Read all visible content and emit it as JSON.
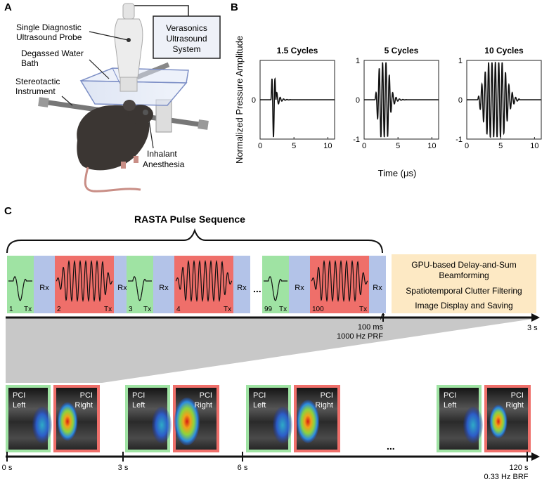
{
  "panel_a": {
    "label": "A",
    "probe_label_line1": "Single Diagnostic",
    "probe_label_line2": "Ultrasound Probe",
    "bath_label_line1": "Degassed Water",
    "bath_label_line2": "Bath",
    "stereo_label_line1": "Stereotactic",
    "stereo_label_line2": "Instrument",
    "system_line1": "Verasonics",
    "system_line2": "Ultrasound",
    "system_line3": "System",
    "anesthesia_line1": "Inhalant",
    "anesthesia_line2": "Anesthesia"
  },
  "panel_b": {
    "label": "B",
    "ylabel": "Normalized Pressure Amplitude",
    "xlabel": "Time (μs)"
  },
  "chart_data": [
    {
      "type": "line",
      "title": "1.5 Cycles",
      "xlim": [
        0,
        11
      ],
      "ylim": [
        -1,
        1
      ],
      "xticks": [
        "0",
        "5",
        "10"
      ],
      "yticks": [
        "-1",
        "0",
        "1"
      ],
      "burst": {
        "start": 1.6,
        "cycles": 1.5,
        "period": 0.5,
        "ringdown": 2.2
      }
    },
    {
      "type": "line",
      "title": "5 Cycles",
      "xlim": [
        0,
        11
      ],
      "ylim": [
        -1,
        1
      ],
      "xticks": [
        "0",
        "5",
        "10"
      ],
      "yticks": [
        "-1",
        "0",
        "1"
      ],
      "burst": {
        "start": 1.6,
        "cycles": 5,
        "period": 0.5,
        "ringdown": 2.2
      }
    },
    {
      "type": "line",
      "title": "10 Cycles",
      "xlim": [
        0,
        11
      ],
      "ylim": [
        -1,
        1
      ],
      "xticks": [
        "0",
        "5",
        "10"
      ],
      "yticks": [
        "-1",
        "0",
        "1"
      ],
      "burst": {
        "start": 1.6,
        "cycles": 10,
        "period": 0.5,
        "ringdown": 1.2
      }
    }
  ],
  "panel_c": {
    "label": "C",
    "sequence_title": "RASTA Pulse Sequence",
    "rx_label": "Rx",
    "tx_label": "Tx",
    "pulse_numbers": [
      "1",
      "2",
      "3",
      "4",
      "99",
      "100"
    ],
    "ellipsis": "...",
    "processing": {
      "step1_line1": "GPU-based Delay-and-Sum",
      "step1_line2": "Beamforming",
      "step2": "Spatiotemporal Clutter Filtering",
      "step3": "Image Display and Saving"
    },
    "top_axis": {
      "mark_100ms": "100 ms",
      "mark_prf": "1000 Hz PRF",
      "end_label": "3 s"
    },
    "bottom_axis": {
      "ticks": [
        "0 s",
        "3 s",
        "6 s"
      ],
      "end_label": "120 s",
      "brf": "0.33 Hz BRF",
      "ellipsis": "..."
    },
    "image_labels": {
      "left_line1": "PCI",
      "left_line2": "Left",
      "right_line1": "PCI",
      "right_line2": "Right"
    }
  },
  "colors": {
    "green": "#9fe3a3",
    "blue": "#b3c3e8",
    "red": "#ef6f6a",
    "processing_bg": "#fde9c4",
    "fan": "#c8c8c8"
  }
}
